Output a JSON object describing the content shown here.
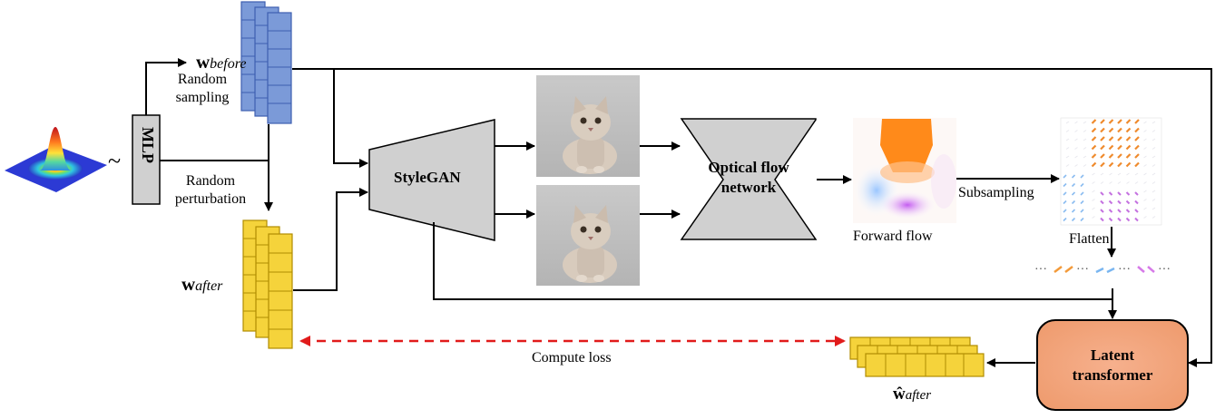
{
  "labels": {
    "w_before_main": "w",
    "w_before_sub": "before",
    "w_after_main": "w",
    "w_after_sub": "after",
    "w_hat_main": "ŵ",
    "w_hat_sub": "after",
    "random_sampling_1": "Random",
    "random_sampling_2": "sampling",
    "random_perturbation_1": "Random",
    "random_perturbation_2": "perturbation",
    "mlp": "MLP",
    "tilde": "~",
    "stylegan": "StyleGAN",
    "optical_flow_1": "Optical flow",
    "optical_flow_2": "network",
    "forward_flow": "Forward flow",
    "subsampling": "Subsampling",
    "flatten": "Flatten",
    "latent_transformer_1": "Latent",
    "latent_transformer_2": "transformer",
    "compute_loss": "Compute loss"
  },
  "colors": {
    "blue_fill": "#7b9ad8",
    "blue_stroke": "#3d5fb0",
    "yellow_fill": "#f5d33b",
    "yellow_stroke": "#b08d00",
    "gray_box": "#d0d0d0",
    "latent_fill": "#f2a57c",
    "loss_arrow": "#e11b1b"
  }
}
